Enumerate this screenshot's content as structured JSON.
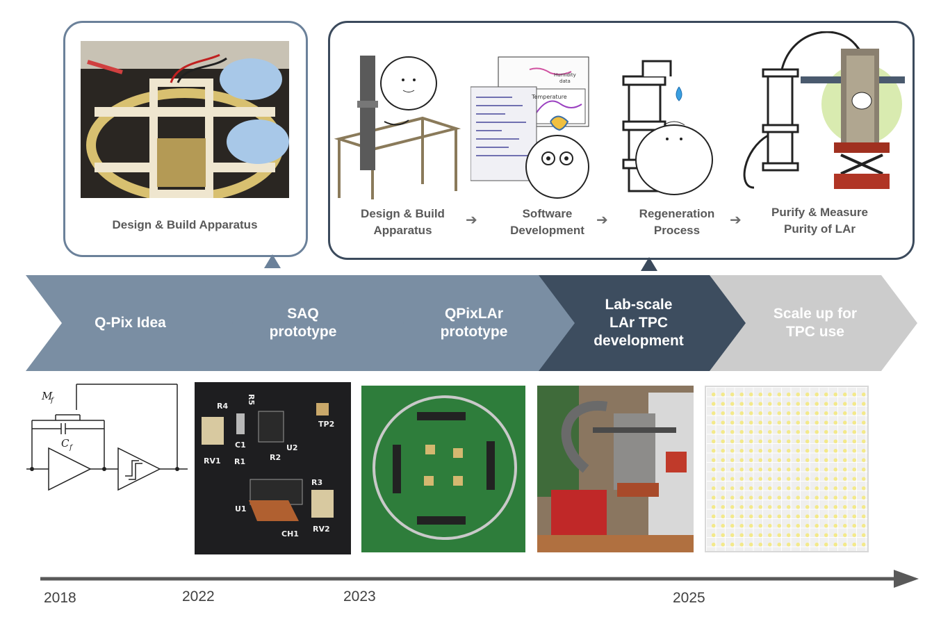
{
  "callout_left": {
    "caption": "Design & Build Apparatus"
  },
  "callout_right": {
    "steps": [
      {
        "label": "Design & Build\nApparatus"
      },
      {
        "label": "Software\nDevelopment"
      },
      {
        "label": "Regeneration\nProcess"
      },
      {
        "label": "Purify & Measure\nPurity of LAr"
      }
    ],
    "doodle_texts": {
      "humidity": "Humidity\ndata",
      "temperature": "Temperature"
    }
  },
  "timeline_stages": [
    {
      "label": "Q-Pix Idea",
      "color": "#7a8ea3"
    },
    {
      "label": "SAQ\nprototype",
      "color": "#7a8ea3"
    },
    {
      "label": "QPixLAr\nprototype",
      "color": "#7a8ea3"
    },
    {
      "label": "Lab-scale\nLAr TPC\ndevelopment",
      "color": "#3d4d5f"
    },
    {
      "label": "Scale up for\nTPC use",
      "color": "#cccccc"
    }
  ],
  "circuit": {
    "mf_label": "M_f",
    "cf_label": "C_f"
  },
  "pcb_labels": [
    "R4",
    "R5",
    "TP2",
    "C1",
    "U2",
    "RV1",
    "R1",
    "R2",
    "R3",
    "U1",
    "CH1",
    "RV2"
  ],
  "years": [
    "2018",
    "2022",
    "2023",
    "2025"
  ],
  "colors": {
    "outline": "#6b819a",
    "outline_dark": "#3b4a5c",
    "axis": "#595959"
  }
}
